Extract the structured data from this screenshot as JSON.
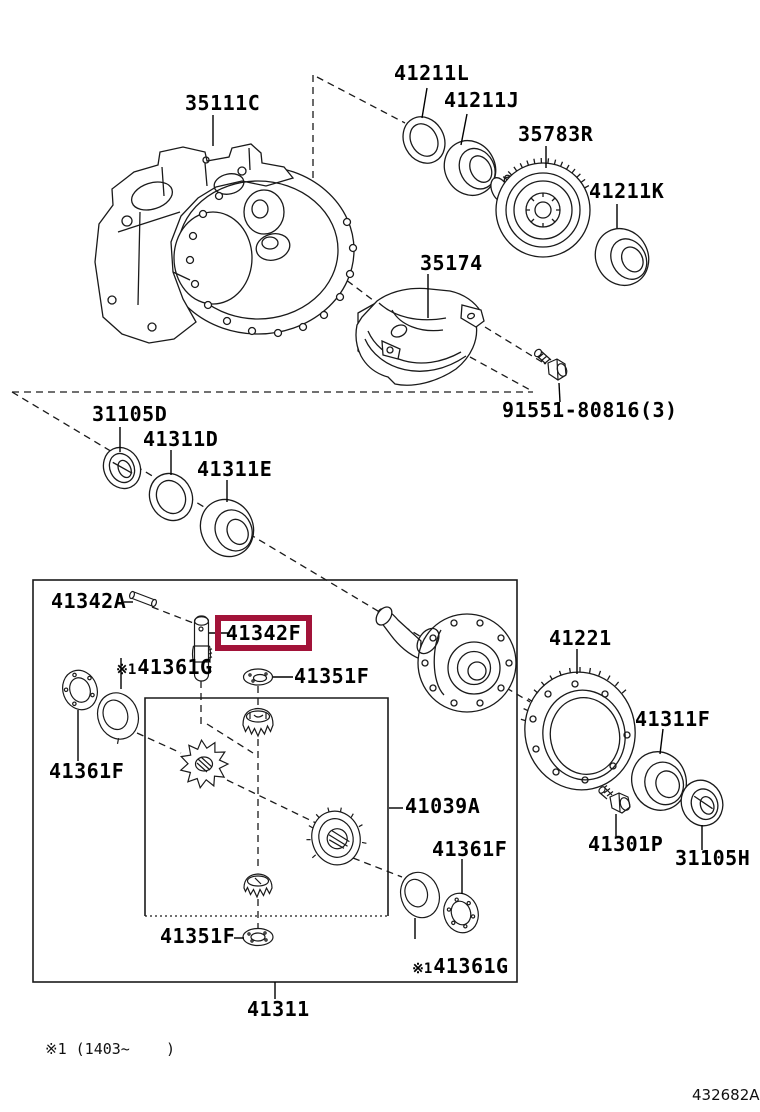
{
  "document": {
    "code": "432682A",
    "footnote": "※1 (1403~    )"
  },
  "highlight": {
    "part_number": "41342F",
    "color": "#A21339"
  },
  "parts": [
    {
      "label": "35111C",
      "description": "transaxle-case"
    },
    {
      "label": "41211L",
      "description": "oil-seal"
    },
    {
      "label": "41211J",
      "description": "bearing"
    },
    {
      "label": "35783R",
      "description": "differential-drive-gear"
    },
    {
      "label": "41211K",
      "description": "bearing"
    },
    {
      "label": "35174",
      "description": "cover"
    },
    {
      "label": "91551-80816(3)",
      "description": "bolt"
    },
    {
      "label": "31105D",
      "description": "oil-seal"
    },
    {
      "label": "41311D",
      "description": "ring"
    },
    {
      "label": "41311E",
      "description": "bearing"
    },
    {
      "label": "41342A",
      "description": "straight-pin"
    },
    {
      "label": "41342F",
      "description": "pinion-shaft",
      "highlighted": true
    },
    {
      "label": "41361G",
      "note": "※1",
      "description": "thrust-washer-left"
    },
    {
      "label": "41351F",
      "description": "pinion-thrust-washer-top"
    },
    {
      "label": "41361F",
      "description": "side-gear-thrust-washer-left"
    },
    {
      "label": "41039A",
      "description": "differential-gear-kit-box"
    },
    {
      "label": "41221",
      "description": "ring-gear"
    },
    {
      "label": "41311F",
      "description": "bearing"
    },
    {
      "label": "41361F",
      "description": "side-gear-thrust-washer-right"
    },
    {
      "label": "41301P",
      "description": "bolt"
    },
    {
      "label": "31105H",
      "description": "oil-seal"
    },
    {
      "label": "41361G",
      "note": "※1",
      "description": "thrust-washer-right"
    },
    {
      "label": "41351F",
      "description": "pinion-thrust-washer-bottom"
    },
    {
      "label": "41311",
      "description": "differential-case-assembly-box"
    }
  ]
}
